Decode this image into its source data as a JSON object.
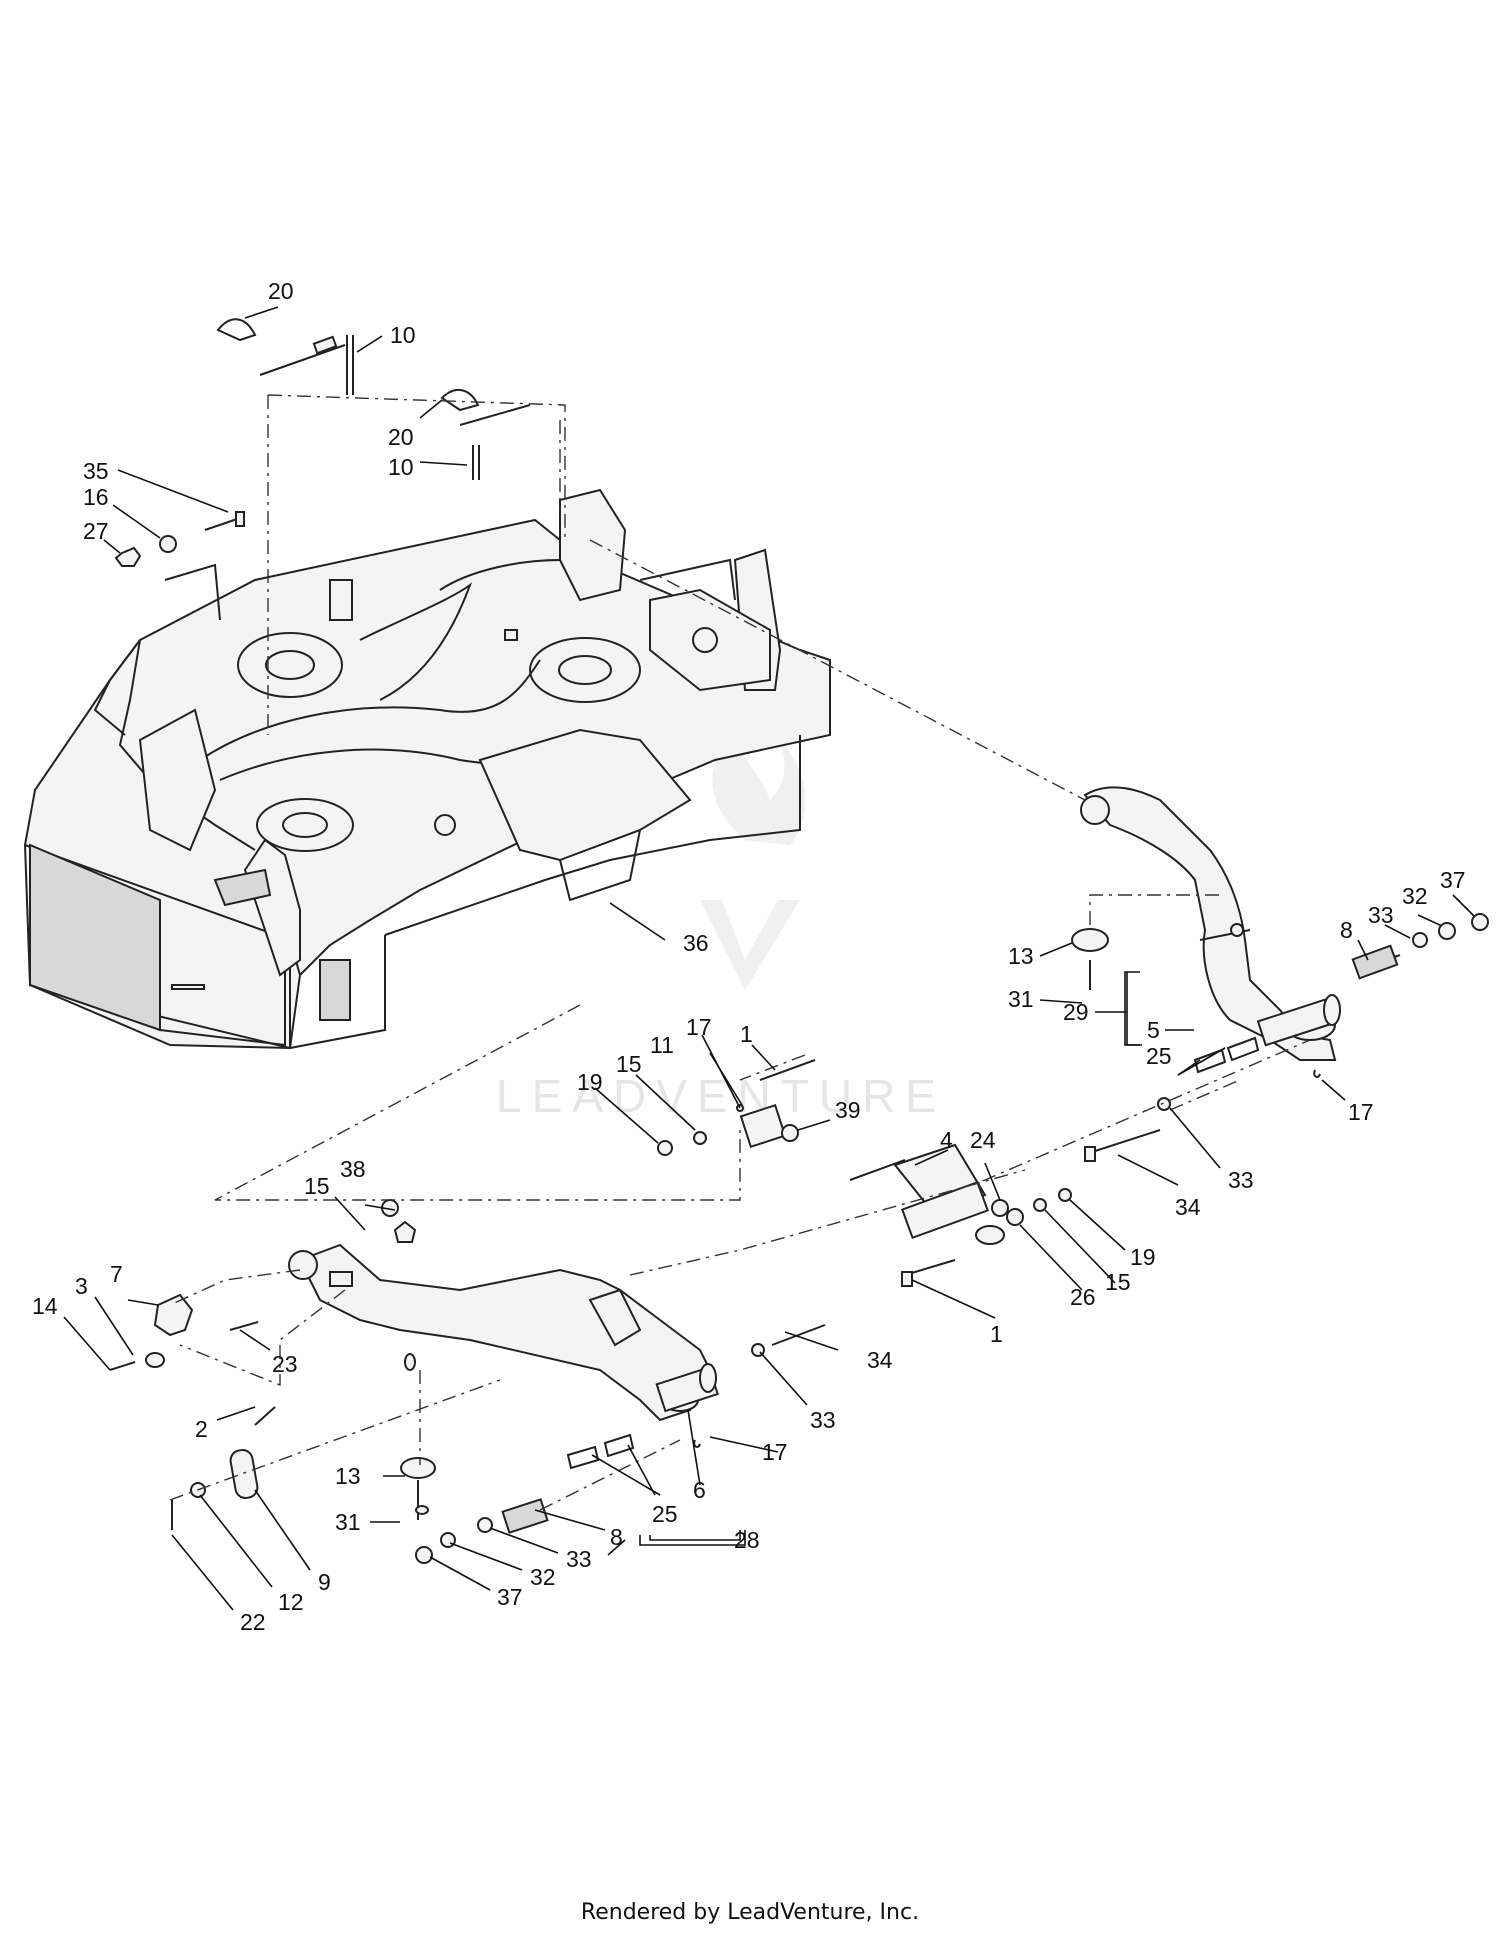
{
  "watermark": {
    "text": "LEADVENTURE",
    "icon": "flame-logo-icon"
  },
  "footer": {
    "text": "Rendered by LeadVenture, Inc."
  },
  "callouts": [
    {
      "id": "c1",
      "label": "20"
    },
    {
      "id": "c2",
      "label": "10"
    },
    {
      "id": "c3",
      "label": "20"
    },
    {
      "id": "c4",
      "label": "10"
    },
    {
      "id": "c5",
      "label": "35"
    },
    {
      "id": "c6",
      "label": "16"
    },
    {
      "id": "c7",
      "label": "27"
    },
    {
      "id": "c8",
      "label": "36"
    },
    {
      "id": "c9",
      "label": "13"
    },
    {
      "id": "c10",
      "label": "31"
    },
    {
      "id": "c11",
      "label": "29"
    },
    {
      "id": "c12",
      "label": "5"
    },
    {
      "id": "c13",
      "label": "25"
    },
    {
      "id": "c14",
      "label": "8"
    },
    {
      "id": "c15",
      "label": "33"
    },
    {
      "id": "c16",
      "label": "32"
    },
    {
      "id": "c17",
      "label": "37"
    },
    {
      "id": "c18",
      "label": "17"
    },
    {
      "id": "c19",
      "label": "33"
    },
    {
      "id": "c20",
      "label": "34"
    },
    {
      "id": "c21",
      "label": "1"
    },
    {
      "id": "c22",
      "label": "17"
    },
    {
      "id": "c23",
      "label": "11"
    },
    {
      "id": "c24",
      "label": "15"
    },
    {
      "id": "c25",
      "label": "19"
    },
    {
      "id": "c26",
      "label": "39"
    },
    {
      "id": "c27",
      "label": "4"
    },
    {
      "id": "c28",
      "label": "24"
    },
    {
      "id": "c29",
      "label": "19"
    },
    {
      "id": "c30",
      "label": "15"
    },
    {
      "id": "c31",
      "label": "26"
    },
    {
      "id": "c32",
      "label": "1"
    },
    {
      "id": "c33",
      "label": "38"
    },
    {
      "id": "c34",
      "label": "15"
    },
    {
      "id": "c35",
      "label": "7"
    },
    {
      "id": "c36",
      "label": "3"
    },
    {
      "id": "c37",
      "label": "14"
    },
    {
      "id": "c38",
      "label": "23"
    },
    {
      "id": "c39",
      "label": "2"
    },
    {
      "id": "c40",
      "label": "34"
    },
    {
      "id": "c41",
      "label": "33"
    },
    {
      "id": "c42",
      "label": "17"
    },
    {
      "id": "c43",
      "label": "6"
    },
    {
      "id": "c44",
      "label": "25"
    },
    {
      "id": "c45",
      "label": "28"
    },
    {
      "id": "c46",
      "label": "8"
    },
    {
      "id": "c47",
      "label": "33"
    },
    {
      "id": "c48",
      "label": "32"
    },
    {
      "id": "c49",
      "label": "37"
    },
    {
      "id": "c50",
      "label": "13"
    },
    {
      "id": "c51",
      "label": "31"
    },
    {
      "id": "c52",
      "label": "9"
    },
    {
      "id": "c53",
      "label": "12"
    },
    {
      "id": "c54",
      "label": "22"
    }
  ]
}
